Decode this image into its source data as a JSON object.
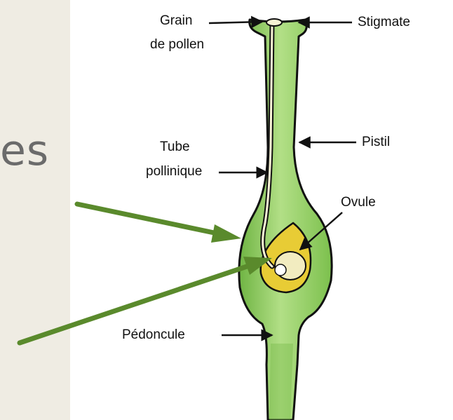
{
  "slide": {
    "background_panel_color": "#efece3",
    "text_fragment": "es"
  },
  "diagram": {
    "labels": {
      "grain_line1": "Grain",
      "grain_line2": "de pollen",
      "stigmate": "Stigmate",
      "tube_line1": "Tube",
      "tube_line2": "pollinique",
      "pistil": "Pistil",
      "ovule": "Ovule",
      "pedoncule": "Pédoncule"
    },
    "colors": {
      "pistil_green": "#8fcf57",
      "pistil_light": "#b5e08a",
      "pistil_dark": "#5ea43a",
      "ovule_yellow": "#e8cc35",
      "embryo_sac": "#f2ecc0",
      "highlight_arrow": "#5a8a2c",
      "outline": "#111111"
    }
  }
}
